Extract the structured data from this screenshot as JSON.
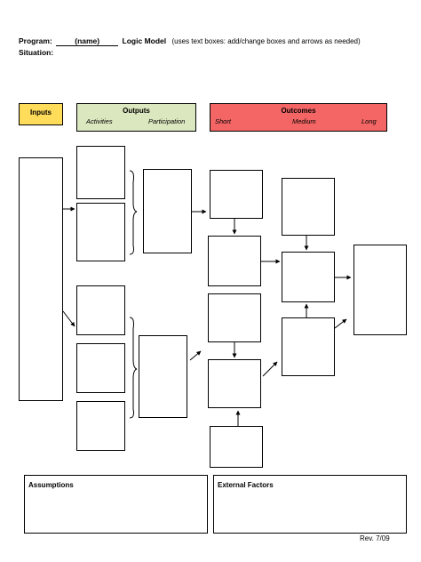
{
  "header": {
    "program_label": "Program:",
    "program_name": "(name)",
    "title": "Logic Model",
    "note": "(uses text boxes: add/change boxes and arrows as needed)",
    "situation_label": "Situation:"
  },
  "columns": {
    "inputs": "Inputs",
    "outputs": "Outputs",
    "activities": "Activities",
    "participation": "Participation",
    "outcomes": "Outcomes",
    "short": "Short",
    "medium": "Medium",
    "long": "Long"
  },
  "colors": {
    "inputs": "#ffdc5a",
    "outputs": "#dbe7be",
    "outcomes": "#f46565"
  },
  "footer": {
    "assumptions": "Assumptions",
    "external_factors": "External Factors",
    "revision": "Rev. 7/09"
  }
}
